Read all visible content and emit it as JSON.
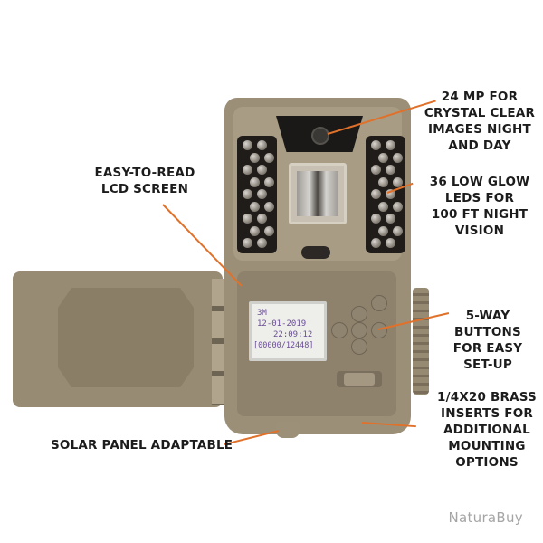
{
  "product": {
    "type": "trail camera",
    "lcd": {
      "resolution": "3M",
      "date": "12-01-2019",
      "time": "22:09:12",
      "counter": "[00000/12448]",
      "text_color": "#6a4d99"
    }
  },
  "callouts": {
    "megapixel": "24 MP FOR\nCRYSTAL CLEAR\nIMAGES NIGHT\nAND DAY",
    "leds": "36 LOW GLOW\nLEDS FOR\n100 FT NIGHT\nVISION",
    "lcd": "EASY-TO-READ\nLCD SCREEN",
    "buttons": "5-WAY\nBUTTONS\nFOR EASY\nSET-UP",
    "inserts": "1/4X20 BRASS\nINSERTS FOR\nADDITIONAL\nMOUNTING\nOPTIONS",
    "solar": "SOLAR PANEL ADAPTABLE"
  },
  "accent_color": "#e0712b",
  "watermark": "NaturaBuy"
}
